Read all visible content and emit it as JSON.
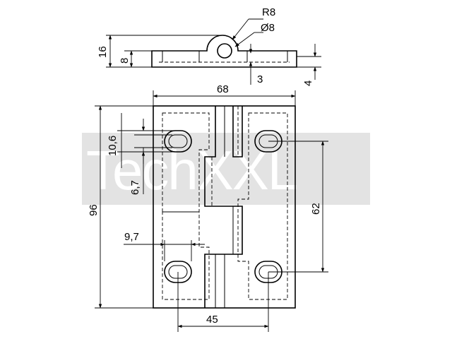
{
  "watermark": {
    "text": "TechXXL",
    "band_color": "#e3e3e3"
  },
  "dimensions": {
    "radius": "R8",
    "pin_diameter": "Ø8",
    "side_total_height": "16",
    "side_leaf_height": "8",
    "side_offset": "3",
    "side_thickness": "4",
    "width": "68",
    "hole_slot": "10,6",
    "hole_width": "6,7",
    "height": "96",
    "hole_vertical_spacing": "62",
    "hole_edge_offset": "9,7",
    "hole_horizontal_spacing": "45"
  },
  "colors": {
    "line": "#000000",
    "background": "#ffffff"
  }
}
